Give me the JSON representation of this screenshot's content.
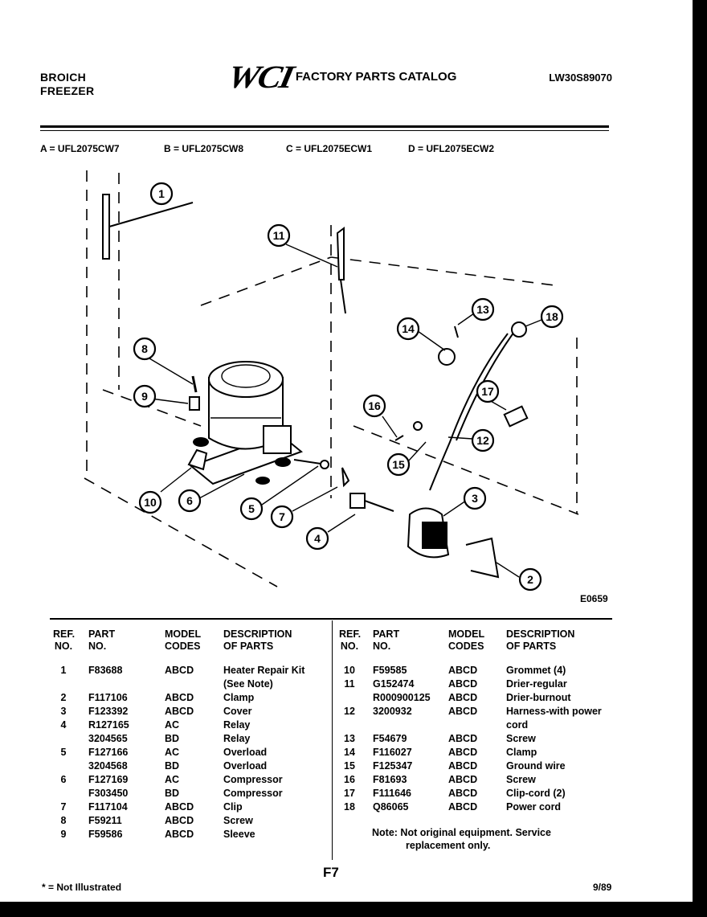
{
  "header": {
    "brand_line1": "BROICH",
    "brand_line2": "FREEZER",
    "logo": "WCI",
    "catalog_title": "FACTORY PARTS CATALOG",
    "catalog_number": "LW30S89070"
  },
  "models": {
    "a": "A = UFL2075CW7",
    "b": "B = UFL2075CW8",
    "c": "C = UFL2075ECW1",
    "d": "D = UFL2075ECW2"
  },
  "diagram": {
    "code": "E0659",
    "callouts": [
      "1",
      "2",
      "3",
      "4",
      "5",
      "6",
      "7",
      "8",
      "9",
      "10",
      "11",
      "12",
      "13",
      "14",
      "15",
      "16",
      "17",
      "18"
    ]
  },
  "table": {
    "headers": {
      "ref_1": "REF.",
      "ref_2": "NO.",
      "part_1": "PART",
      "part_2": "NO.",
      "model_1": "MODEL",
      "model_2": "CODES",
      "desc_1": "DESCRIPTION",
      "desc_2": "OF PARTS"
    },
    "left_rows": [
      {
        "ref": "1",
        "part": "F83688",
        "codes": "ABCD",
        "desc": "Heater Repair Kit"
      },
      {
        "ref": "",
        "part": "",
        "codes": "",
        "desc": "(See Note)"
      },
      {
        "ref": "2",
        "part": "F117106",
        "codes": "ABCD",
        "desc": "Clamp"
      },
      {
        "ref": "3",
        "part": "F123392",
        "codes": "ABCD",
        "desc": "Cover"
      },
      {
        "ref": "4",
        "part": "R127165",
        "codes": "AC",
        "desc": "Relay"
      },
      {
        "ref": "",
        "part": "3204565",
        "codes": "BD",
        "desc": "Relay"
      },
      {
        "ref": "5",
        "part": "F127166",
        "codes": "AC",
        "desc": "Overload"
      },
      {
        "ref": "",
        "part": "3204568",
        "codes": "BD",
        "desc": "Overload"
      },
      {
        "ref": "6",
        "part": "F127169",
        "codes": "AC",
        "desc": "Compressor"
      },
      {
        "ref": "",
        "part": "F303450",
        "codes": "BD",
        "desc": "Compressor"
      },
      {
        "ref": "7",
        "part": "F117104",
        "codes": "ABCD",
        "desc": "Clip"
      },
      {
        "ref": "8",
        "part": "F59211",
        "codes": "ABCD",
        "desc": "Screw"
      },
      {
        "ref": "9",
        "part": "F59586",
        "codes": "ABCD",
        "desc": "Sleeve"
      }
    ],
    "right_rows": [
      {
        "ref": "10",
        "part": "F59585",
        "codes": "ABCD",
        "desc": "Grommet (4)"
      },
      {
        "ref": "11",
        "part": "G152474",
        "codes": "ABCD",
        "desc": "Drier-regular"
      },
      {
        "ref": "",
        "part": "R000900125",
        "codes": "ABCD",
        "desc": "Drier-burnout"
      },
      {
        "ref": "12",
        "part": "3200932",
        "codes": "ABCD",
        "desc": "Harness-with power"
      },
      {
        "ref": "",
        "part": "",
        "codes": "",
        "desc": "cord"
      },
      {
        "ref": "13",
        "part": "F54679",
        "codes": "ABCD",
        "desc": "Screw"
      },
      {
        "ref": "14",
        "part": "F116027",
        "codes": "ABCD",
        "desc": "Clamp"
      },
      {
        "ref": "15",
        "part": "F125347",
        "codes": "ABCD",
        "desc": "Ground wire"
      },
      {
        "ref": "16",
        "part": "F81693",
        "codes": "ABCD",
        "desc": "Screw"
      },
      {
        "ref": "17",
        "part": "F111646",
        "codes": "ABCD",
        "desc": "Clip-cord (2)"
      },
      {
        "ref": "18",
        "part": "Q86065",
        "codes": "ABCD",
        "desc": "Power cord"
      }
    ],
    "note_line1": "Note:  Not original equipment.  Service",
    "note_line2": "replacement only."
  },
  "footer": {
    "page": "F7",
    "footnote": "* = Not Illustrated",
    "date": "9/89"
  }
}
